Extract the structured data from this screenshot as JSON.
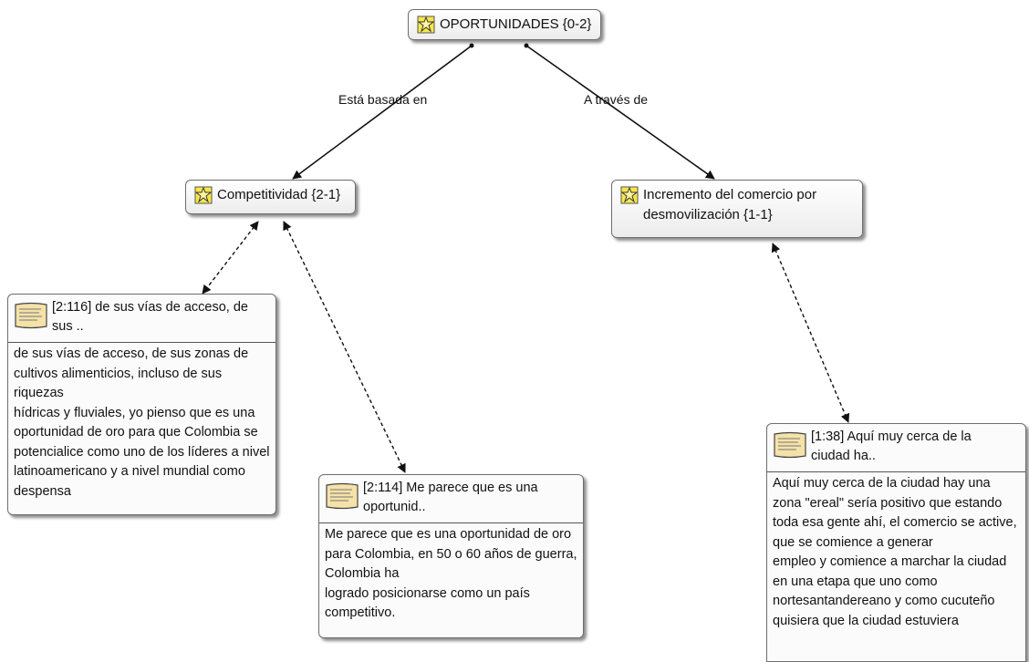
{
  "nodes": {
    "oportunidades": "OPORTUNIDADES {0-2}",
    "competitividad": "Competitividad {2-1}",
    "incremento": "Incremento del comercio por desmovilización {1-1}"
  },
  "edge_labels": {
    "basada": "Está basada en",
    "traves": "A través de"
  },
  "quotes": {
    "q2_116": {
      "title": "[2:116] de sus vías de acceso, de sus ..",
      "body": " de sus vías de acceso, de sus zonas de cultivos alimenticios, incluso de sus riquezas\nhídricas y fluviales, yo pienso que es una oportunidad de oro para que Colombia se potencialice como uno de los líderes a nivel latinoamericano y a nivel mundial como despensa"
    },
    "q2_114": {
      "title": "[2:114] Me parece que es una oportunid..",
      "body": "Me parece que es una oportunidad de oro para Colombia, en 50 o 60 años de guerra, Colombia ha\nlogrado posicionarse como un país competitivo."
    },
    "q1_38": {
      "title": "[1:38] Aquí muy cerca de la ciudad ha..",
      "body": " Aquí muy cerca de la ciudad hay una zona \"ereal\" sería positivo que estando toda esa gente ahí, el comercio se active, que se comience a generar\nempleo y comience a marchar la ciudad en una etapa que uno como nortesantandereano y como cucuteño quisiera que la ciudad estuviera"
    }
  },
  "icons": {
    "code": "code-icon",
    "quote": "quote-icon"
  }
}
